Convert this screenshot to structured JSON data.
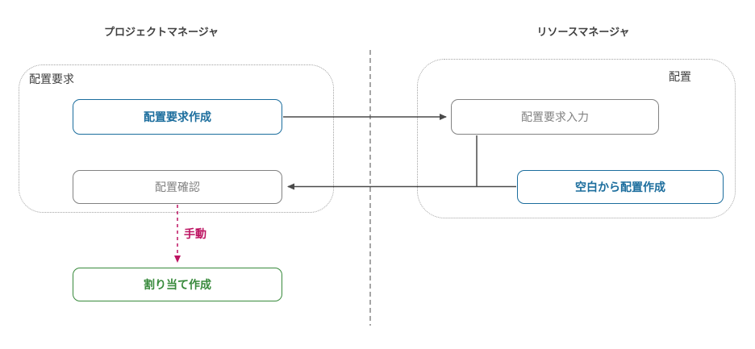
{
  "diagram": {
    "lane_titles": {
      "left": "プロジェクトマネージャ",
      "right": "リソースマネージャ"
    },
    "groups": {
      "left_label": "配置要求",
      "right_label": "配置"
    },
    "nodes": {
      "create_request": "配置要求作成",
      "input_request": "配置要求入力",
      "confirm_allocation": "配置確認",
      "create_from_blank": "空白から配置作成",
      "create_assignment": "割り当て作成"
    },
    "edge_labels": {
      "manual": "手動"
    },
    "colors": {
      "blue_node": "#1b6d9d",
      "green_node": "#388a3c",
      "manual_edge": "#bd1362",
      "gray_node": "#828282",
      "arrow": "#4a4a4a",
      "container_border": "#a3a3a3",
      "title_text": "#3f3f3f"
    }
  }
}
